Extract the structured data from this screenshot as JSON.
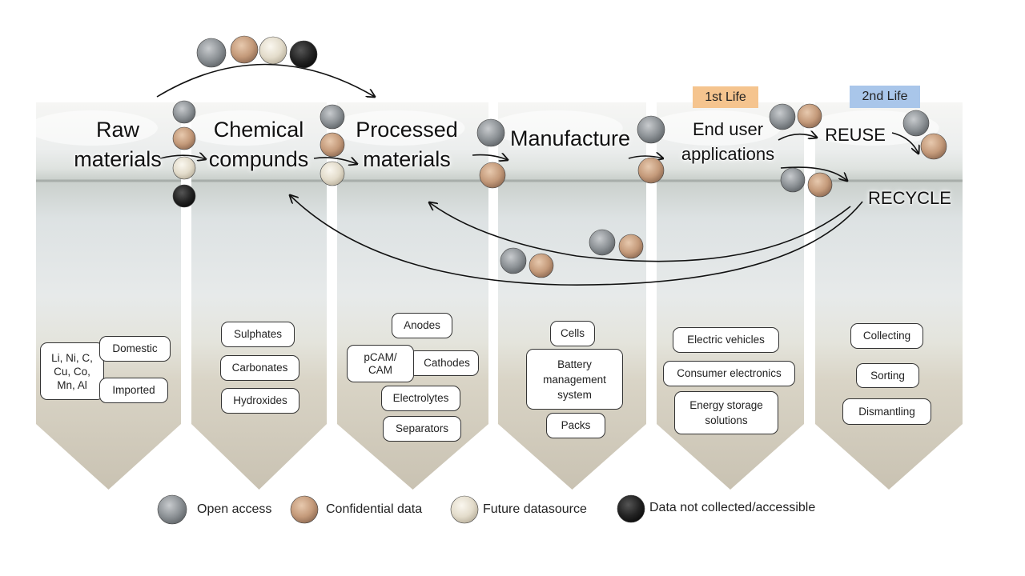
{
  "stages": [
    {
      "title": "Raw materials",
      "lines": [
        "Raw",
        "materials"
      ]
    },
    {
      "title": "Chemical compunds",
      "lines": [
        "Chemical",
        "compunds"
      ]
    },
    {
      "title": "Processed materials",
      "lines": [
        "Processed",
        "materials"
      ]
    },
    {
      "title": "Manufacture",
      "lines": [
        "Manufacture"
      ]
    },
    {
      "title": "End user applications",
      "lines": [
        "End user",
        "applications"
      ]
    },
    {
      "title": "REUSE",
      "lines": [
        "REUSE"
      ]
    },
    {
      "title": "RECYCLE",
      "lines": [
        "RECYCLE"
      ]
    }
  ],
  "life_labels": {
    "first": "1st Life",
    "second": "2nd Life"
  },
  "life_colors": {
    "first": "#f5c48e",
    "second": "#a9c6ea"
  },
  "raw_materials": {
    "elements": [
      "Li, Ni, C,",
      "Cu, Co,",
      "Mn, Al"
    ],
    "domestic": "Domestic",
    "imported": "Imported"
  },
  "chemical_compounds": [
    "Sulphates",
    "Carbonates",
    "Hydroxides"
  ],
  "processed_materials": {
    "anodes": "Anodes",
    "pcam": [
      "pCAM/",
      "CAM"
    ],
    "cathodes": "Cathodes",
    "electrolytes": "Electrolytes",
    "separators": "Separators"
  },
  "manufacture": {
    "cells": "Cells",
    "bms": [
      "Battery",
      "management",
      "system"
    ],
    "packs": "Packs"
  },
  "end_user": {
    "ev": "Electric vehicles",
    "consumer": "Consumer electronics",
    "storage": [
      "Energy storage",
      "solutions"
    ]
  },
  "second_life": [
    "Collecting",
    "Sorting",
    "Dismantling"
  ],
  "legend": [
    {
      "icon": "open-access",
      "label": "Open access"
    },
    {
      "icon": "confidential",
      "label": "Confidential data"
    },
    {
      "icon": "future",
      "label": "Future datasource"
    },
    {
      "icon": "not-collected",
      "label": "Data not collected/accessible"
    }
  ],
  "colors": {
    "open": "#8a8f94",
    "confidential": "#c49a7a",
    "future": "#e3dccb",
    "not_collected": "#1f1f1f"
  }
}
